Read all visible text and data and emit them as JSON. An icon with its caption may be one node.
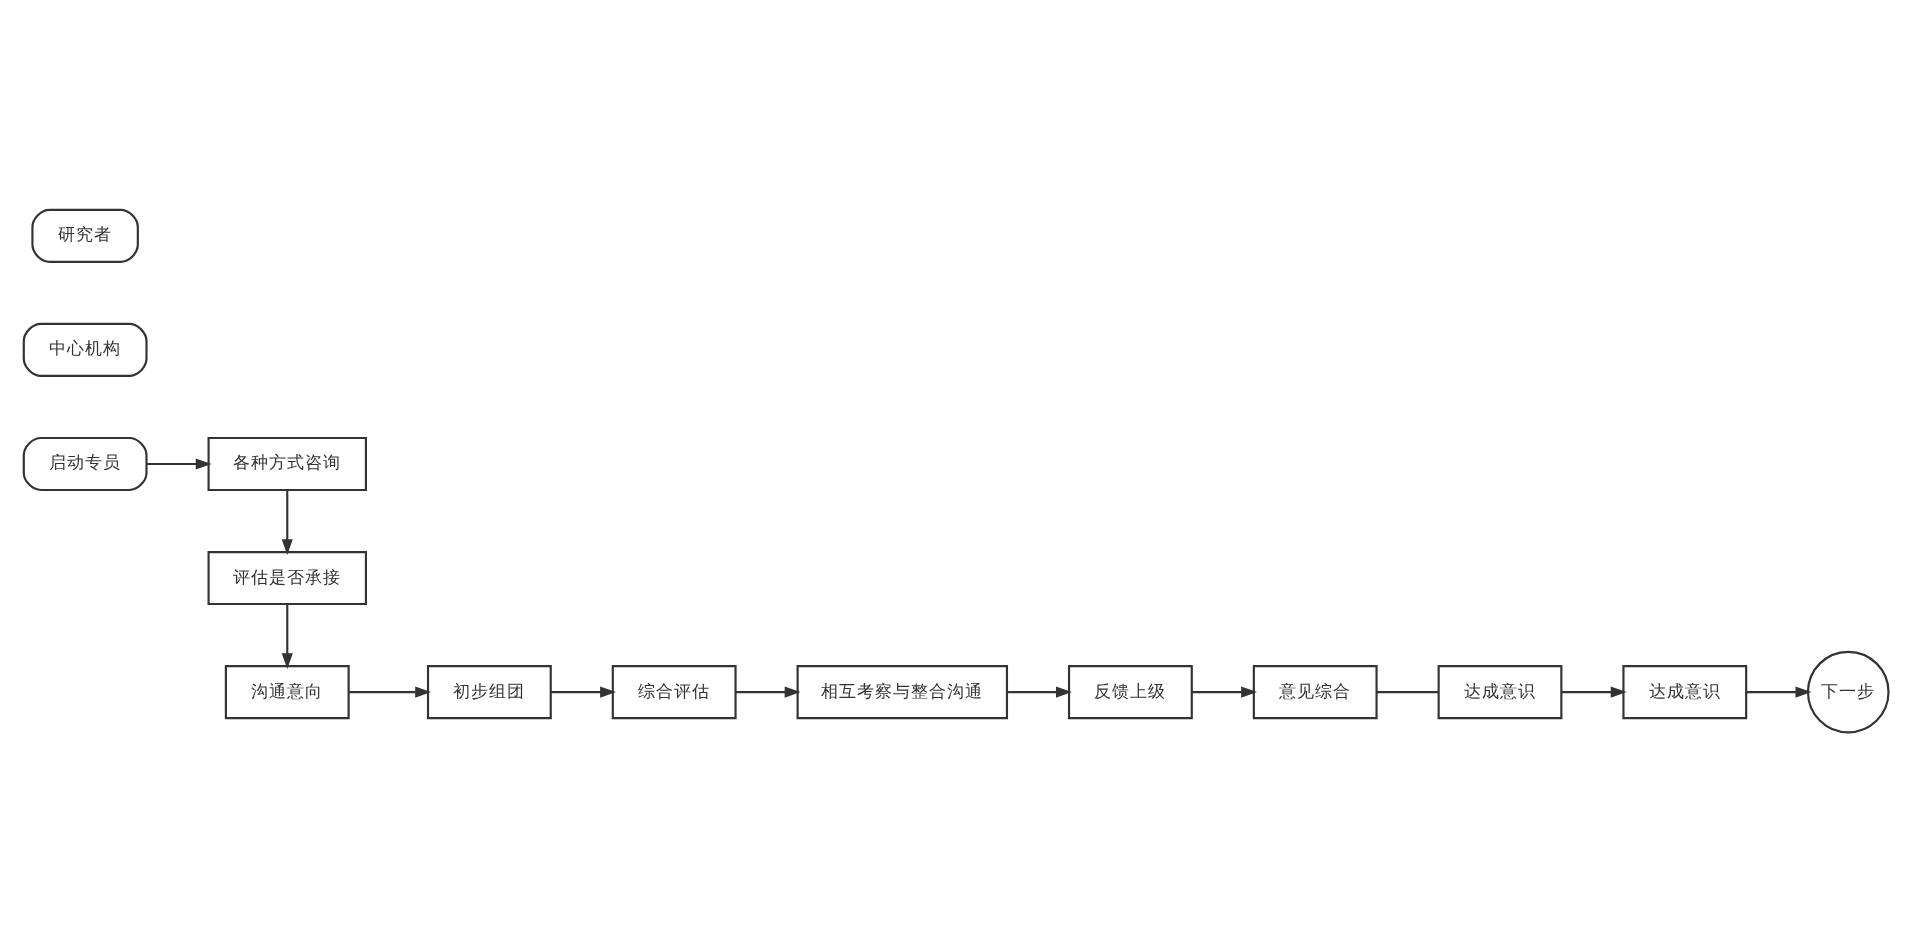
{
  "diagram": {
    "nodes": [
      {
        "text": [
          "启动专员"
        ]
      },
      {
        "text": [
          "各种方式咨询"
        ]
      },
      {
        "text": [
          "中心机构"
        ]
      },
      {
        "text": [
          "评估是否承接"
        ]
      },
      {
        "text": [
          "研究者"
        ]
      },
      {
        "text": [
          "沟通意向"
        ]
      },
      {
        "text": [
          "初步组团"
        ]
      },
      {
        "text": [
          "综合评估"
        ]
      },
      {
        "text": [
          "相互考察与整合沟通"
        ]
      },
      {
        "text": [
          "反馈上级"
        ]
      },
      {
        "text": [
          "意见综合"
        ]
      },
      {
        "text": [
          "达成意识"
        ]
      },
      {
        "text": [
          "达成意识"
        ]
      },
      {
        "text": [
          "下一步"
        ]
      }
    ],
    "edges": [
      {
        "from": 0,
        "to": 1,
        "arrow": "to"
      },
      {
        "from": 1,
        "to": 3,
        "arrow": "to"
      },
      {
        "from": 3,
        "to": 5,
        "arrow": "to"
      },
      {
        "from": 5,
        "to": 6,
        "arrow": "to"
      },
      {
        "from": 6,
        "to": 7,
        "arrow": "to"
      },
      {
        "from": 7,
        "to": 8,
        "arrow": "to"
      },
      {
        "from": 8,
        "to": 9,
        "arrow": "to"
      },
      {
        "from": 9,
        "to": 10,
        "arrow": "to"
      },
      {
        "from": 10,
        "to": 11,
        "arrow": "none"
      },
      {
        "from": 11,
        "to": 12,
        "arrow": "to"
      },
      {
        "from": 12,
        "to": 13,
        "arrow": "to"
      }
    ]
  }
}
